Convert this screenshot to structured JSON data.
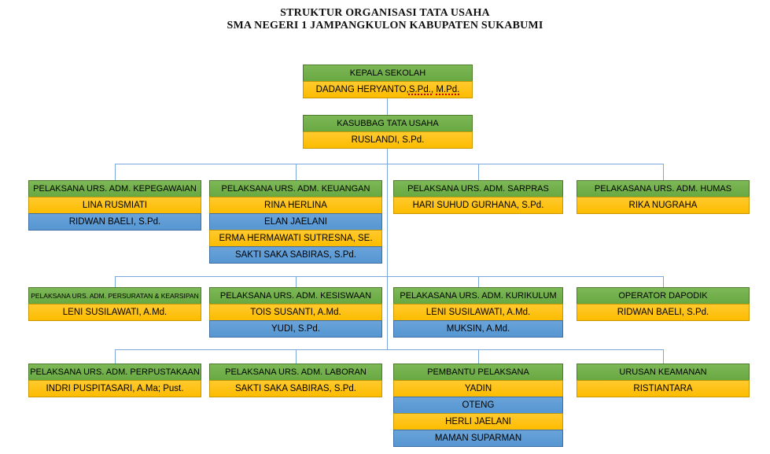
{
  "title": {
    "line1": "STRUKTUR ORGANISASI TATA USAHA",
    "line2": "SMA NEGERI 1 JAMPANGKULON KABUPATEN SUKABUMI"
  },
  "colors": {
    "green": "#70AD47",
    "green_border": "#4E7A2E",
    "yellow": "#FFC000",
    "yellow_border": "#C99700",
    "blue": "#5B9BD5",
    "blue_border": "#3D6FA5",
    "connector": "#7CA7DB",
    "squiggle": "#CC0000"
  },
  "org": {
    "kepala": {
      "title": "KEPALA SEKOLAH",
      "name_prefix": "DADANG HERYANTO, ",
      "degree1": "S.Pd.,",
      "degree2": "M.Pd."
    },
    "kasubbag": {
      "title": "KASUBBAG TATA USAHA",
      "name": "RUSLANDI, S.Pd."
    },
    "rows": [
      {
        "groups": [
          {
            "title": "PELAKSANA URS. ADM. KEPEGAWAIAN",
            "members": [
              "LINA RUSMIATI",
              "RIDWAN BAELI, S.Pd."
            ]
          },
          {
            "title": "PELAKSANA URS. ADM. KEUANGAN",
            "members": [
              "RINA HERLINA",
              "ELAN JAELANI",
              "ERMA HERMAWATI SUTRESNA, SE.",
              "SAKTI SAKA SABIRAS, S.Pd."
            ]
          },
          {
            "title": "PELAKSANA URS. ADM. SARPRAS",
            "members": [
              "HARI SUHUD GURHANA, S.Pd."
            ]
          },
          {
            "title": "PELAKASANA URS. ADM. HUMAS",
            "members": [
              "RIKA NUGRAHA"
            ]
          }
        ]
      },
      {
        "groups": [
          {
            "title": "PELAKSANA URS. ADM. PERSURATAN & KEARSIPAN",
            "members": [
              "LENI SUSILAWATI, A.Md."
            ]
          },
          {
            "title": "PELAKSANA URS. ADM. KESISWAAN",
            "members": [
              "TOIS SUSANTI, A.Md.",
              "YUDI, S.Pd."
            ]
          },
          {
            "title": "PELAKASANA URS. ADM. KURIKULUM",
            "members": [
              "LENI SUSILAWATI, A.Md.",
              "MUKSIN, A.Md."
            ]
          },
          {
            "title": "OPERATOR DAPODIK",
            "members": [
              "RIDWAN BAELI, S.Pd."
            ]
          }
        ]
      },
      {
        "groups": [
          {
            "title": "PELAKSANA URS. ADM. PERPUSTAKAAN",
            "members": [
              "INDRI PUSPITASARI, A.Ma; Pust."
            ]
          },
          {
            "title": "PELAKSANA URS. ADM. LABORAN",
            "members": [
              "SAKTI SAKA SABIRAS, S.Pd."
            ]
          },
          {
            "title": "PEMBANTU PELAKSANA",
            "members": [
              "YADIN",
              "OTENG",
              "HERLI JAELANI",
              "MAMAN SUPARMAN"
            ]
          },
          {
            "title": "URUSAN KEAMANAN",
            "members": [
              "RISTIANTARA"
            ]
          }
        ]
      }
    ]
  }
}
